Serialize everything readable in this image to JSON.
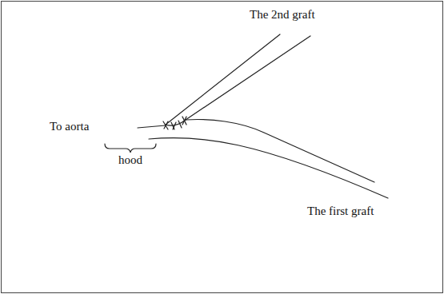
{
  "diagram": {
    "labels": [
      "The 2nd graft",
      "To aorta",
      "hood",
      "The first graft"
    ]
  }
}
